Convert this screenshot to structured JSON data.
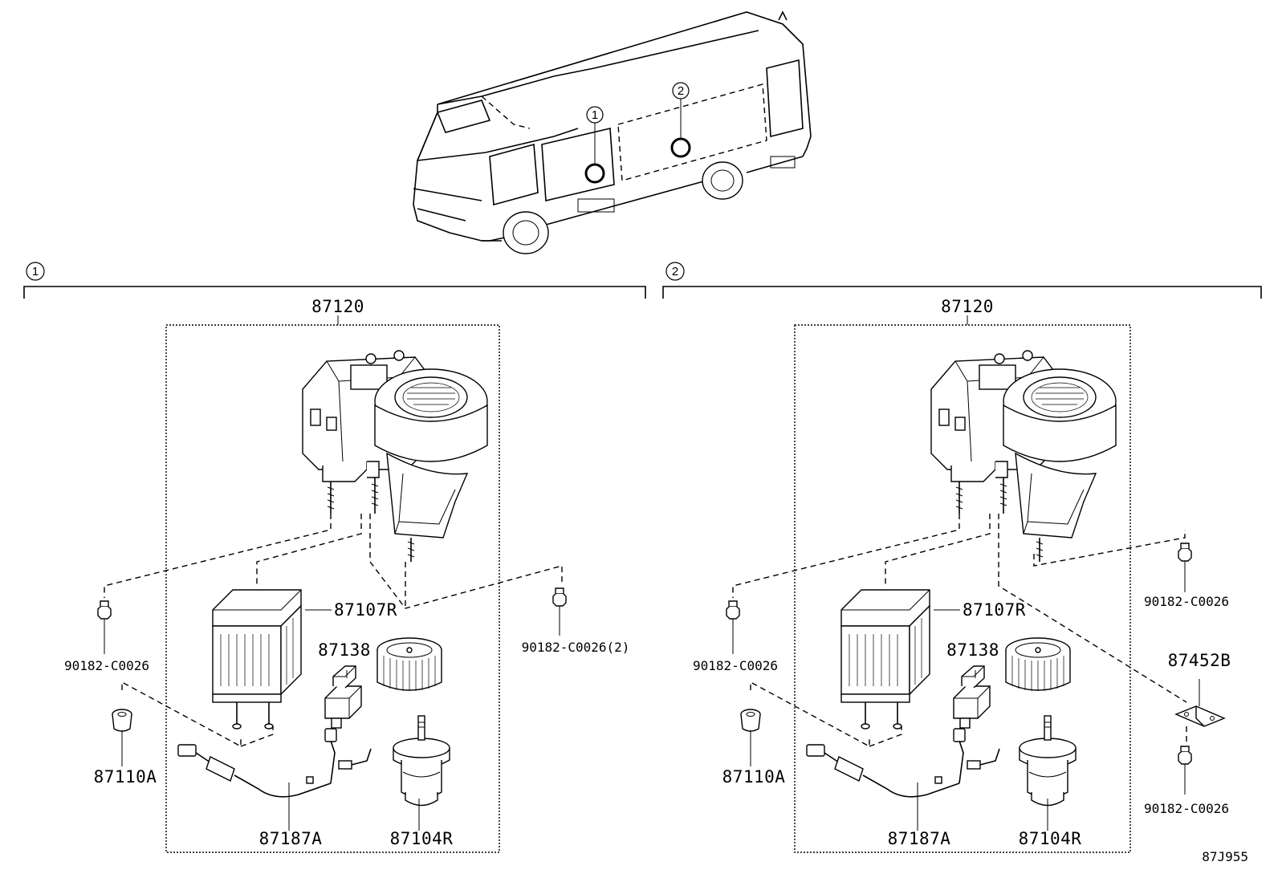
{
  "vehicle": {
    "callouts": [
      "1",
      "2"
    ]
  },
  "sections": [
    {
      "number": "1",
      "assembly": "87120",
      "parts": {
        "heater_core": "87107R",
        "resistor": "87138",
        "grommet": "87110A",
        "wire": "87187A",
        "motor": "87104R",
        "nut_left": "90182-C0026",
        "nut_right": "90182-C0026(2)"
      }
    },
    {
      "number": "2",
      "assembly": "87120",
      "parts": {
        "heater_core": "87107R",
        "resistor": "87138",
        "grommet": "87110A",
        "wire": "87187A",
        "motor": "87104R",
        "nut_left": "90182-C0026",
        "nut_top_right": "90182-C0026",
        "bracket": "87452B",
        "nut_bottom_right": "90182-C0026"
      }
    }
  ],
  "figure_code": "87J955"
}
